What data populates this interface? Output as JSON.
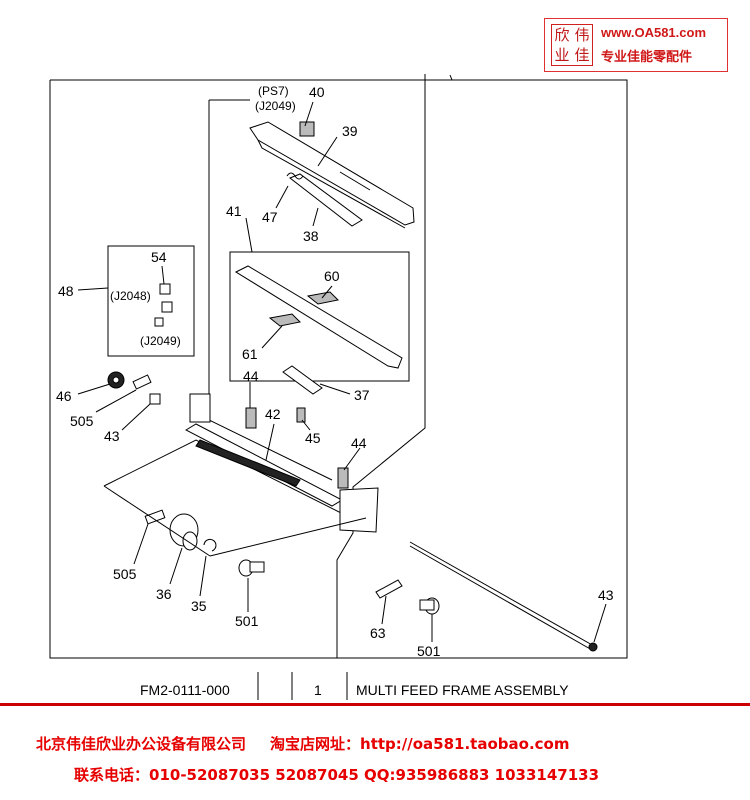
{
  "watermark": {
    "seal_chars": [
      "欣",
      "伟",
      "业",
      "佳"
    ],
    "url": "www.OA581.com",
    "slogan": "专业佳能零配件"
  },
  "diagram": {
    "connectors": {
      "ps7": "(PS7)",
      "j2049_top": "(J2049)",
      "j2048": "(J2048)",
      "j2049_mid": "(J2049)"
    },
    "callouts": {
      "p40": "40",
      "p39": "39",
      "p47": "47",
      "p38": "38",
      "p41": "41",
      "p60": "60",
      "p61": "61",
      "p48": "48",
      "p54": "54",
      "p46": "46",
      "p505a": "505",
      "p43a": "43",
      "p44a": "44",
      "p37": "37",
      "p42": "42",
      "p45": "45",
      "p44b": "44",
      "p505b": "505",
      "p36": "36",
      "p35": "35",
      "p501a": "501",
      "p63": "63",
      "p501b": "501",
      "p43b": "43"
    }
  },
  "title_block": {
    "part_number": "FM2-0111-000",
    "quantity": "1",
    "description": "MULTI FEED FRAME ASSEMBLY"
  },
  "footer": {
    "company": "北京伟佳欣业办公设备有限公司",
    "shop_label": "淘宝店网址：",
    "shop_url": "http://oa581.taobao.com",
    "contact_label": "联系电话：",
    "phones": "010-52087035 52087045",
    "qq_label": "QQ:",
    "qq_numbers": "935986883 1033147133"
  },
  "colors": {
    "brand_red": "#e60000",
    "rule_red": "#cc0000"
  }
}
